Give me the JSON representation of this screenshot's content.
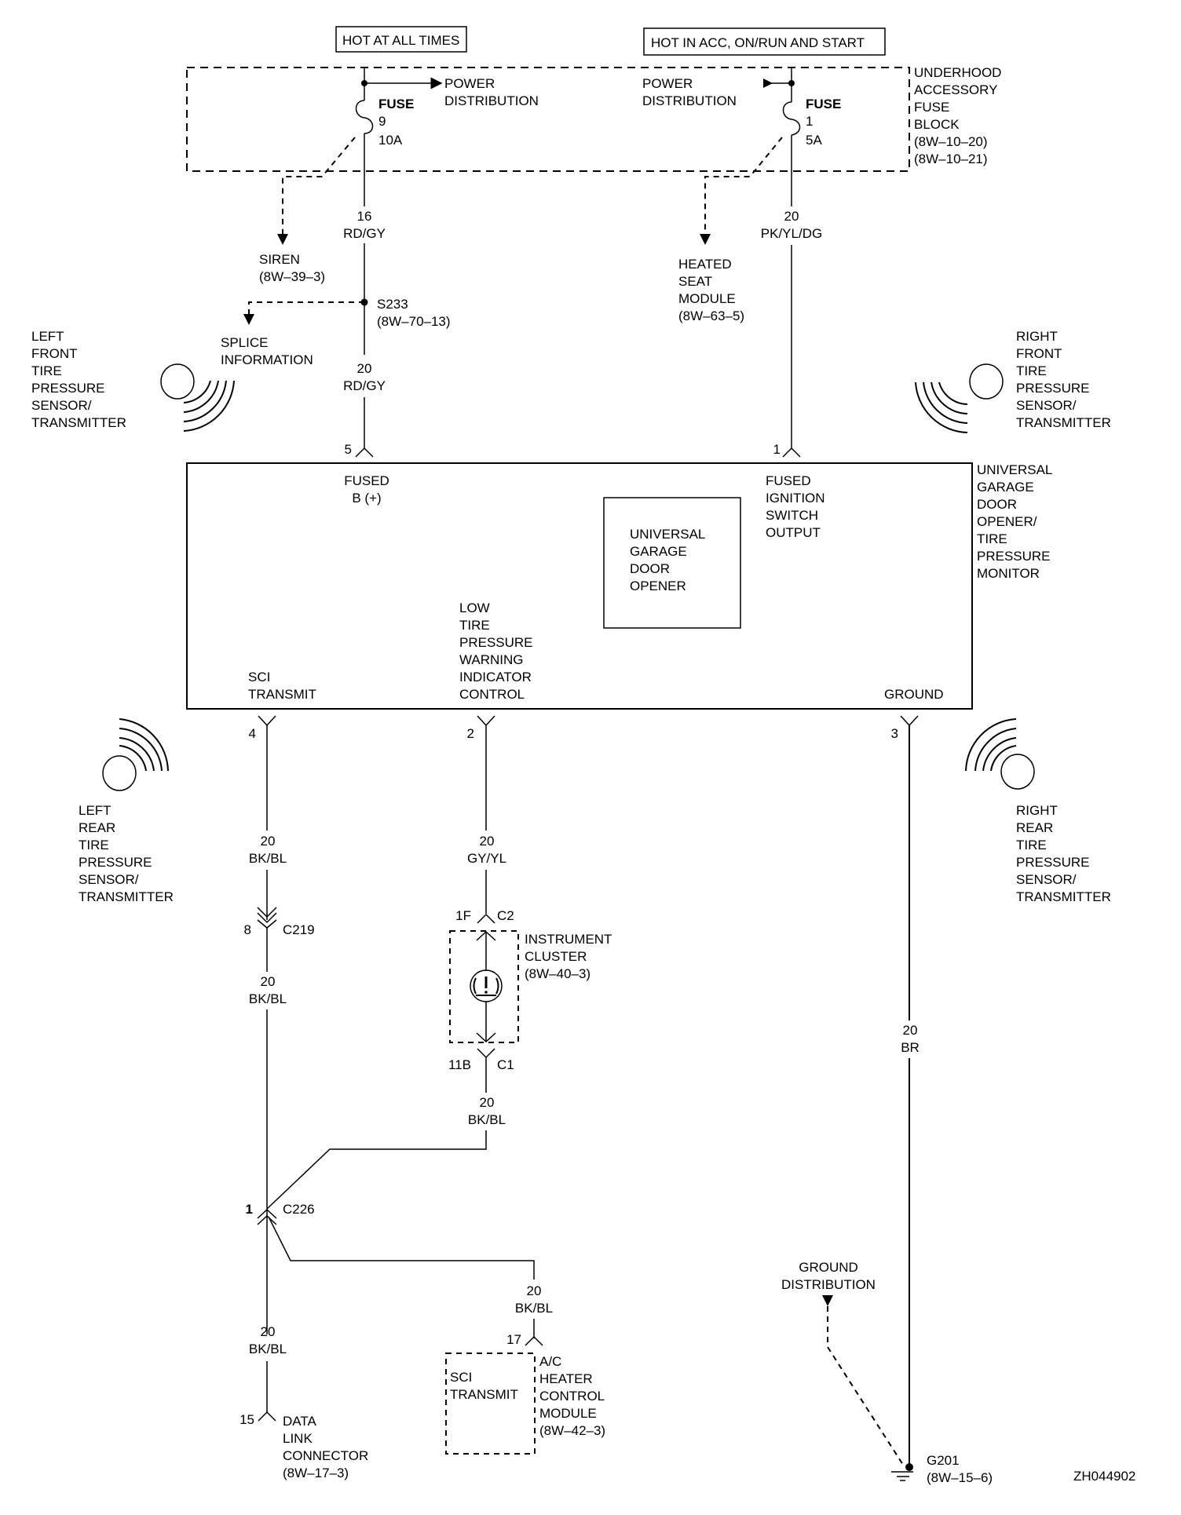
{
  "power_sources": {
    "hot_always": "HOT AT ALL TIMES",
    "hot_acc": "HOT IN ACC, ON/RUN AND START"
  },
  "fuse_block": {
    "name": [
      "UNDERHOOD",
      "ACCESSORY",
      "FUSE",
      "BLOCK",
      "(8W–10–20)",
      "(8W–10–21)"
    ],
    "fuse_left": {
      "label": "FUSE",
      "number": "9",
      "rating": "10A"
    },
    "fuse_right": {
      "label": "FUSE",
      "number": "1",
      "rating": "5A"
    },
    "power_dist_left": [
      "POWER",
      "DISTRIBUTION"
    ],
    "power_dist_right": [
      "POWER",
      "DISTRIBUTION"
    ]
  },
  "refs": {
    "siren": [
      "SIREN",
      "(8W–39–3)"
    ],
    "heated_seat": [
      "HEATED",
      "SEAT",
      "MODULE",
      "(8W–63–5)"
    ],
    "splice_info": [
      "SPLICE",
      "INFORMATION"
    ],
    "splice": [
      "S233",
      "(8W–70–13)"
    ],
    "ground_dist": [
      "GROUND",
      "DISTRIBUTION"
    ],
    "ground": [
      "G201",
      "(8W–15–6)"
    ]
  },
  "wires": {
    "w16_rdgy": [
      "16",
      "RD/GY"
    ],
    "w20_rdgy": [
      "20",
      "RD/GY"
    ],
    "w20_pkyldg": [
      "20",
      "PK/YL/DG"
    ],
    "w20_bkbl_a": [
      "20",
      "BK/BL"
    ],
    "w20_gyyl": [
      "20",
      "GY/YL"
    ],
    "w20_bkbl_b": [
      "20",
      "BK/BL"
    ],
    "w20_bkbl_c": [
      "20",
      "BK/BL"
    ],
    "w20_bkbl_d": [
      "20",
      "BK/BL"
    ],
    "w20_bkbl_e": [
      "20",
      "BK/BL"
    ],
    "w20_br": [
      "20",
      "BR"
    ]
  },
  "sensors": {
    "lf": [
      "LEFT",
      "FRONT",
      "TIRE",
      "PRESSURE",
      "SENSOR/",
      "TRANSMITTER"
    ],
    "rf": [
      "RIGHT",
      "FRONT",
      "TIRE",
      "PRESSURE",
      "SENSOR/",
      "TRANSMITTER"
    ],
    "lr": [
      "LEFT",
      "REAR",
      "TIRE",
      "PRESSURE",
      "SENSOR/",
      "TRANSMITTER"
    ],
    "rr": [
      "RIGHT",
      "REAR",
      "TIRE",
      "PRESSURE",
      "SENSOR/",
      "TRANSMITTER"
    ]
  },
  "module": {
    "name": [
      "UNIVERSAL",
      "GARAGE",
      "DOOR",
      "OPENER/",
      "TIRE",
      "PRESSURE",
      "MONITOR"
    ],
    "inner": [
      "UNIVERSAL",
      "GARAGE",
      "DOOR",
      "OPENER"
    ],
    "pin5": {
      "num": "5",
      "label": [
        "FUSED",
        "B (+)"
      ]
    },
    "pin1": {
      "num": "1",
      "label": [
        "FUSED",
        "IGNITION",
        "SWITCH",
        "OUTPUT"
      ]
    },
    "pin4": {
      "num": "4",
      "label": [
        "SCI",
        "TRANSMIT"
      ]
    },
    "pin2": {
      "num": "2",
      "label": [
        "LOW",
        "TIRE",
        "PRESSURE",
        "WARNING",
        "INDICATOR",
        "CONTROL"
      ]
    },
    "pin3": {
      "num": "3",
      "label": [
        "GROUND"
      ]
    }
  },
  "connectors": {
    "c219": {
      "pin": "8",
      "name": "C219"
    },
    "c2": {
      "pin": "1F",
      "name": "C2"
    },
    "c1": {
      "pin": "11B",
      "name": "C1"
    },
    "c226": {
      "pin": "1",
      "name": "C226"
    },
    "dlc": {
      "pin": "15",
      "label": [
        "DATA",
        "LINK",
        "CONNECTOR",
        "(8W–17–3)"
      ]
    },
    "achtr": {
      "pin": "17"
    }
  },
  "instrument_cluster": [
    "INSTRUMENT",
    "CLUSTER",
    "(8W–40–3)"
  ],
  "ac_module": {
    "inner": [
      "SCI",
      "TRANSMIT"
    ],
    "name": [
      "A/C",
      "HEATER",
      "CONTROL",
      "MODULE",
      "(8W–42–3)"
    ]
  },
  "figure_id": "ZH044902"
}
